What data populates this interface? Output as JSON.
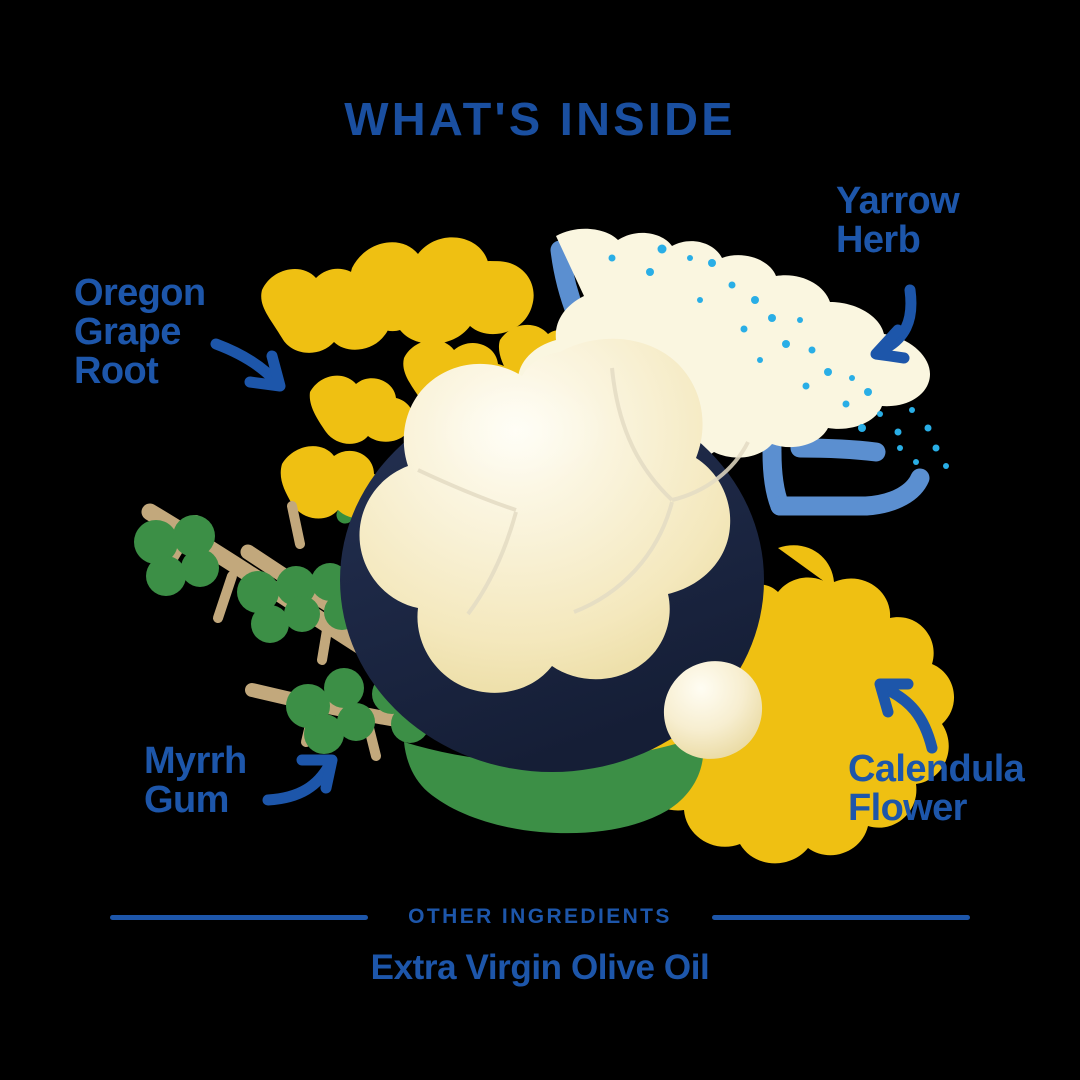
{
  "title": "WHAT'S INSIDE",
  "callouts": [
    {
      "id": "oregon",
      "name": "oregon-grape-root",
      "lines": [
        "Oregon",
        "Grape",
        "Root"
      ],
      "arrow": "curved-arrow-down-right"
    },
    {
      "id": "yarrow",
      "name": "yarrow-herb",
      "lines": [
        "Yarrow",
        "Herb"
      ],
      "arrow": "curved-arrow-down-left"
    },
    {
      "id": "myrrh",
      "name": "myrrh-gum",
      "lines": [
        "Myrrh",
        "Gum"
      ],
      "arrow": "curved-arrow-up-right"
    },
    {
      "id": "calendula",
      "name": "calendula-flower",
      "lines": [
        "Calendula",
        "Flower"
      ],
      "arrow": "curved-arrow-up-left"
    }
  ],
  "footer": {
    "label": "OTHER INGREDIENTS",
    "value": "Extra Virgin Olive Oil"
  },
  "colors": {
    "background": "#000000",
    "brand_blue": "#1d56aa",
    "title_blue": "#1a4fa0",
    "petal_yellow": "#efc012",
    "stem_green": "#388f3f",
    "leaf_green": "#3c8f46",
    "salve_cream": "#f7efcf",
    "salve_highlight": "#fffdf2",
    "yarrow_ivory": "#faf6e0",
    "yarrow_dot_cyan": "#29aee6",
    "yarrow_stem_blue": "#5b8fd0",
    "myrrh_branch_tan": "#c2a87c",
    "tin_navy": "#1b2642"
  },
  "illustration": {
    "elements": [
      "oregon-grape-root-flowers",
      "yarrow-herb-cluster",
      "myrrh-gum-branches",
      "calendula-flower-petals",
      "salve-dollop",
      "salve-tin"
    ]
  }
}
